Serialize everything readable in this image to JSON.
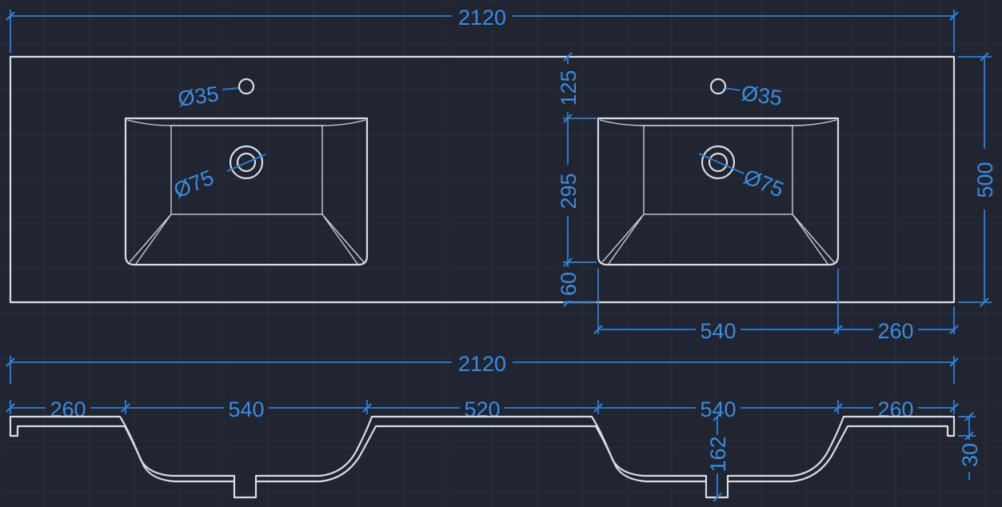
{
  "colors": {
    "background": "#212531",
    "grid": "#2c3140",
    "geometry": "#d8dce4",
    "dimension": "#2f7fd6",
    "dimension_text": "#3b8be0"
  },
  "top_view": {
    "overall_width": "2120",
    "overall_depth": "500",
    "edge_to_basin": "125",
    "basin_depth": "295",
    "front_edge": "60",
    "basin_width": "540",
    "side_margin": "260",
    "left_tap_hole": "Ø35",
    "left_drain": "Ø75",
    "right_tap_hole": "Ø35",
    "right_drain": "Ø75"
  },
  "section_view": {
    "overall_width": "2120",
    "left_margin": "260",
    "left_basin": "540",
    "center_gap": "520",
    "right_basin": "540",
    "right_margin": "260",
    "basin_height": "162",
    "slab_thickness": "30"
  }
}
